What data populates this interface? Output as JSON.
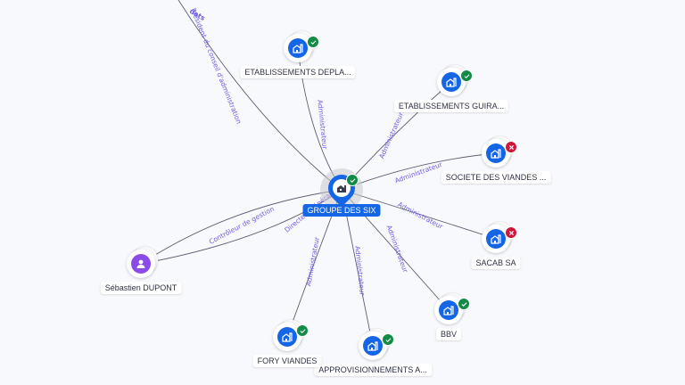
{
  "colors": {
    "company": "#1466e6",
    "person": "#8a4be6",
    "status_active": "#138a45",
    "status_inactive": "#d0163b",
    "edge_label": "#6d5de8"
  },
  "center": {
    "label": "GROUPE DES SIX",
    "icon": "building-icon",
    "status": "active"
  },
  "nodes": [
    {
      "id": "etab-depla",
      "label": "ETABLISSEMENTS DEPLA...",
      "type": "company",
      "status": "active"
    },
    {
      "id": "etab-guira",
      "label": "ETABLISSEMENTS GUIRA...",
      "type": "company",
      "status": "active"
    },
    {
      "id": "societe-viandes",
      "label": "SOCIETE DES VIANDES ...",
      "type": "company",
      "status": "inactive"
    },
    {
      "id": "sacab",
      "label": "SACAB SA",
      "type": "company",
      "status": "inactive"
    },
    {
      "id": "bbv",
      "label": "BBV",
      "type": "company",
      "status": "active"
    },
    {
      "id": "approvisionnements",
      "label": "APPROVISIONNEMENTS A...",
      "type": "company",
      "status": "active"
    },
    {
      "id": "fory",
      "label": "FORY VIANDES",
      "type": "company",
      "status": "active"
    },
    {
      "id": "dupont",
      "label": "Sébastien DUPONT",
      "type": "person",
      "status": ""
    }
  ],
  "edges": [
    {
      "to": "top-offscreen",
      "label": "Président du conseil d'administration"
    },
    {
      "to": "etab-depla",
      "label": "Administrateur"
    },
    {
      "to": "etab-guira",
      "label": "Administrateur"
    },
    {
      "to": "societe-viandes",
      "label": "Administrateur"
    },
    {
      "to": "sacab",
      "label": "Administrateur"
    },
    {
      "to": "bbv",
      "label": "Administrateur"
    },
    {
      "to": "approvisionnements",
      "label": "Administrateur"
    },
    {
      "to": "fory",
      "label": "Administrateur"
    },
    {
      "to": "dupont",
      "label": "Contrôleur de gestion"
    },
    {
      "to": "dupont",
      "label": "Directeur général"
    }
  ],
  "partial_label_top": "dats"
}
